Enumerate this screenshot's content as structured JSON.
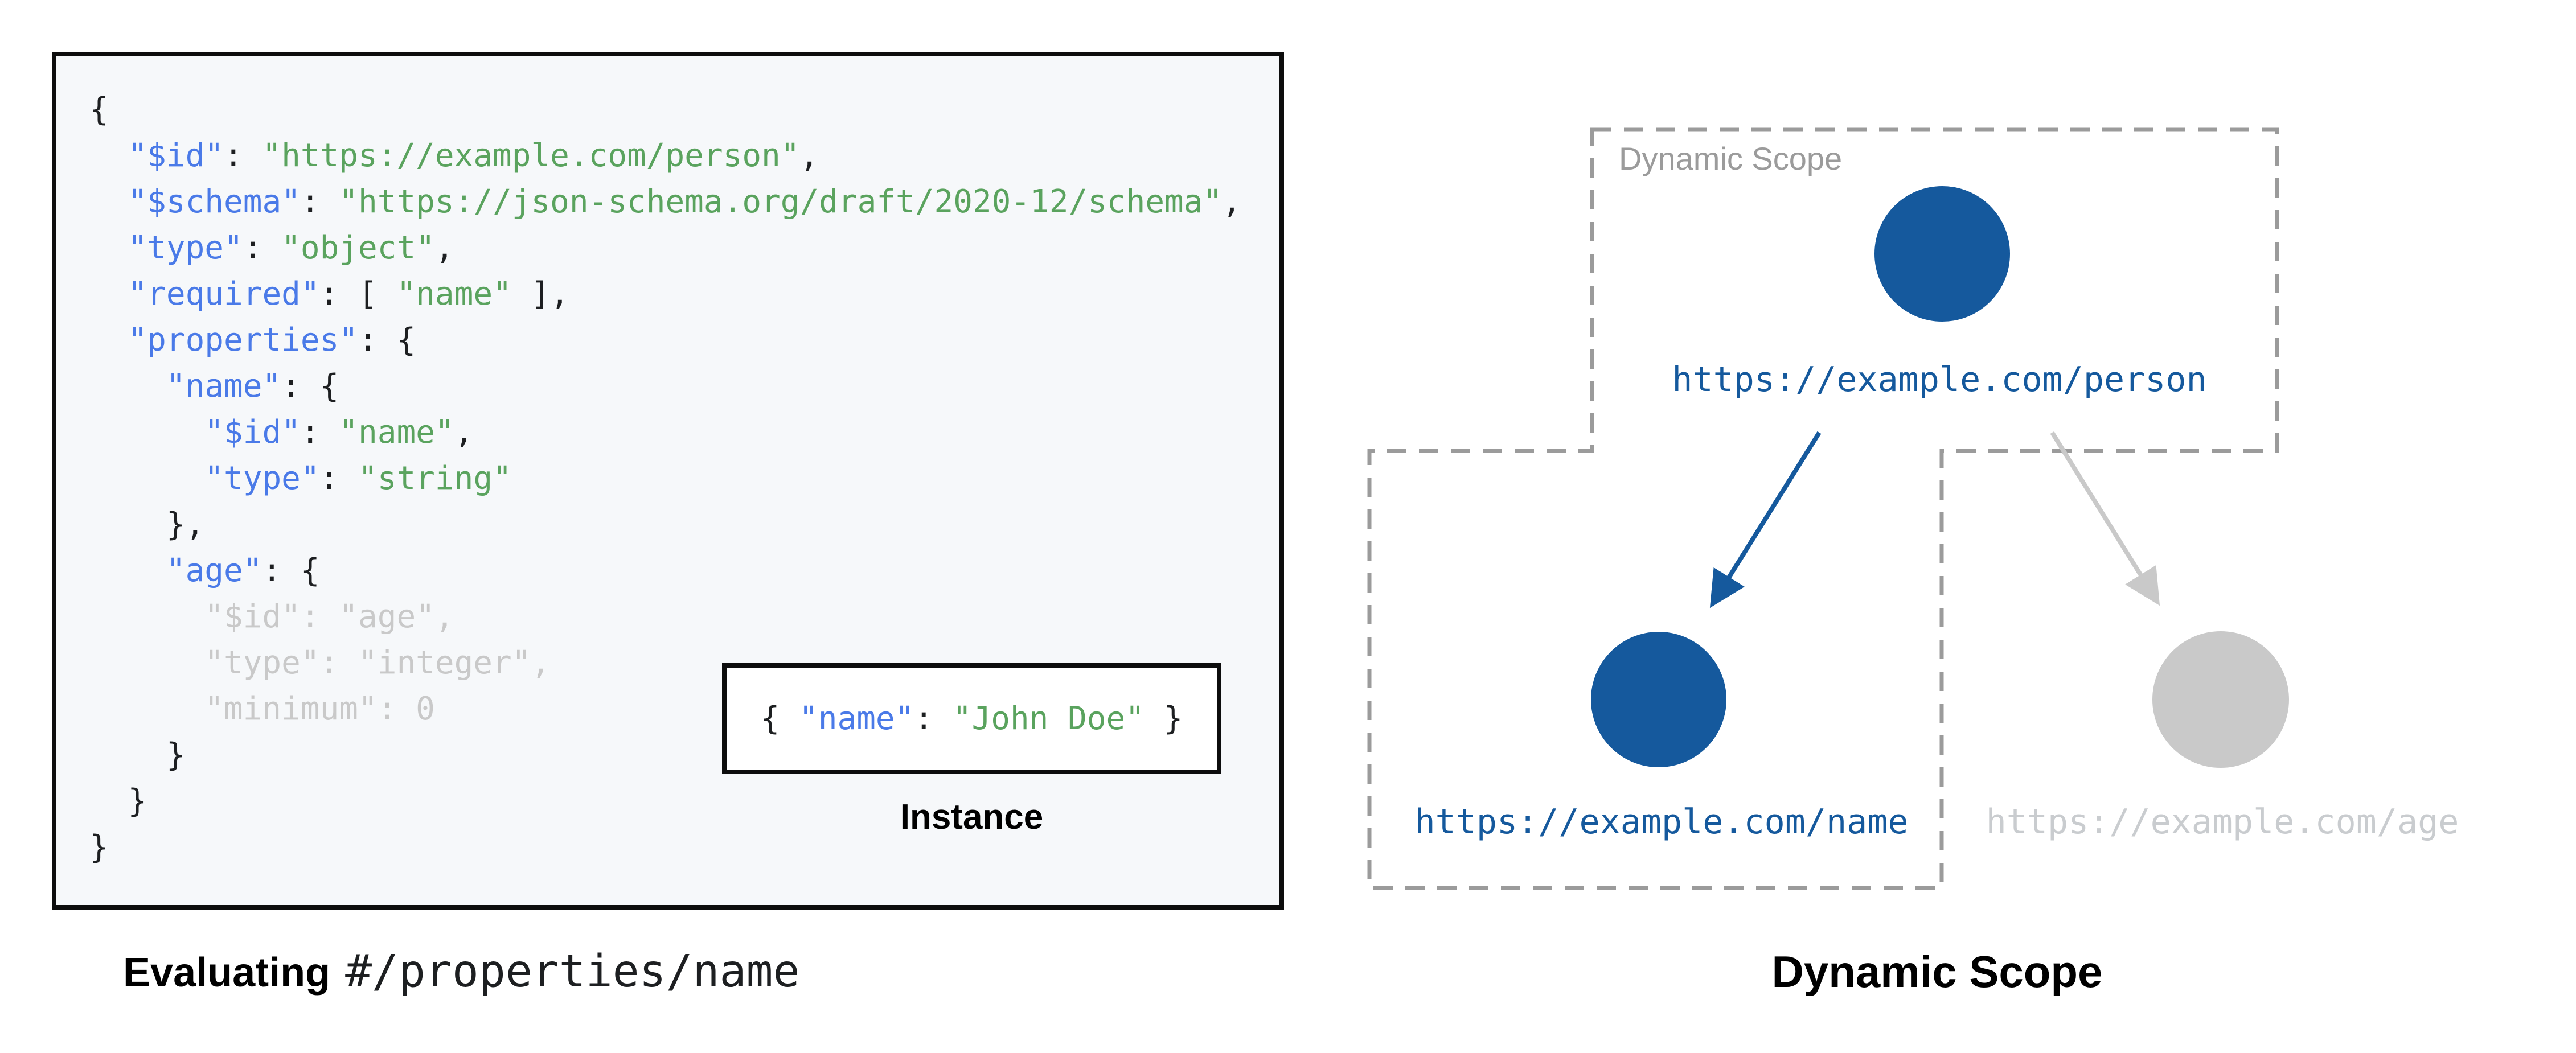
{
  "colors": {
    "keyBlue": "#4a7ae8",
    "strGreen": "#5aa35e",
    "punct": "#1d1f21",
    "faded": "#c9c9c9",
    "nodeBlue": "#15599d",
    "nodeGray": "#c9c9c9",
    "mutedText": "#c9cccf",
    "dashGray": "#9b9b9b",
    "regionLabelGray": "#9b9b9b",
    "codeBg": "#f6f8fa",
    "borderInk": "#0d0d0d"
  },
  "schema_panel": {
    "code_lines": [
      [
        [
          "p",
          "{"
        ]
      ],
      [
        [
          "p",
          "  "
        ],
        [
          "k",
          "\"$id\""
        ],
        [
          "p",
          ": "
        ],
        [
          "s",
          "\"https://example.com/person\""
        ],
        [
          "p",
          ","
        ]
      ],
      [
        [
          "p",
          "  "
        ],
        [
          "k",
          "\"$schema\""
        ],
        [
          "p",
          ": "
        ],
        [
          "s",
          "\"https://json-schema.org/draft/2020-12/schema\""
        ],
        [
          "p",
          ","
        ]
      ],
      [
        [
          "p",
          "  "
        ],
        [
          "k",
          "\"type\""
        ],
        [
          "p",
          ": "
        ],
        [
          "s",
          "\"object\""
        ],
        [
          "p",
          ","
        ]
      ],
      [
        [
          "p",
          "  "
        ],
        [
          "k",
          "\"required\""
        ],
        [
          "p",
          ": [ "
        ],
        [
          "s",
          "\"name\""
        ],
        [
          "p",
          " ],"
        ]
      ],
      [
        [
          "p",
          "  "
        ],
        [
          "k",
          "\"properties\""
        ],
        [
          "p",
          ": {"
        ]
      ],
      [
        [
          "p",
          "    "
        ],
        [
          "k",
          "\"name\""
        ],
        [
          "p",
          ": {"
        ]
      ],
      [
        [
          "p",
          "      "
        ],
        [
          "k",
          "\"$id\""
        ],
        [
          "p",
          ": "
        ],
        [
          "s",
          "\"name\""
        ],
        [
          "p",
          ","
        ]
      ],
      [
        [
          "p",
          "      "
        ],
        [
          "k",
          "\"type\""
        ],
        [
          "p",
          ": "
        ],
        [
          "s",
          "\"string\""
        ]
      ],
      [
        [
          "p",
          "    },"
        ]
      ],
      [
        [
          "p",
          "    "
        ],
        [
          "k",
          "\"age\""
        ],
        [
          "p",
          ": {"
        ]
      ],
      [
        [
          "f",
          "      \"$id\": \"age\","
        ]
      ],
      [
        [
          "f",
          "      \"type\": \"integer\","
        ]
      ],
      [
        [
          "f",
          "      \"minimum\": 0"
        ]
      ],
      [
        [
          "p",
          "    }"
        ]
      ],
      [
        [
          "p",
          "  }"
        ]
      ],
      [
        [
          "p",
          "}"
        ]
      ]
    ],
    "instance": {
      "segments": [
        [
          "p",
          "{ "
        ],
        [
          "k",
          "\"name\""
        ],
        [
          "p",
          ": "
        ],
        [
          "s",
          "\"John Doe\""
        ],
        [
          "p",
          " }"
        ]
      ],
      "label": "Instance"
    },
    "caption": {
      "bold": "Evaluating",
      "pointer": "#/properties/name"
    }
  },
  "scope_diagram": {
    "region_label": "Dynamic Scope",
    "title": "Dynamic Scope",
    "nodes": [
      {
        "id": "person",
        "uri": "https://example.com/person",
        "in_scope": true,
        "state": "active"
      },
      {
        "id": "name",
        "uri": "https://example.com/name",
        "in_scope": true,
        "state": "active"
      },
      {
        "id": "age",
        "uri": "https://example.com/age",
        "in_scope": false,
        "state": "inactive"
      }
    ],
    "edges": [
      {
        "from": "person",
        "to": "name",
        "state": "active"
      },
      {
        "from": "person",
        "to": "age",
        "state": "inactive"
      }
    ]
  }
}
